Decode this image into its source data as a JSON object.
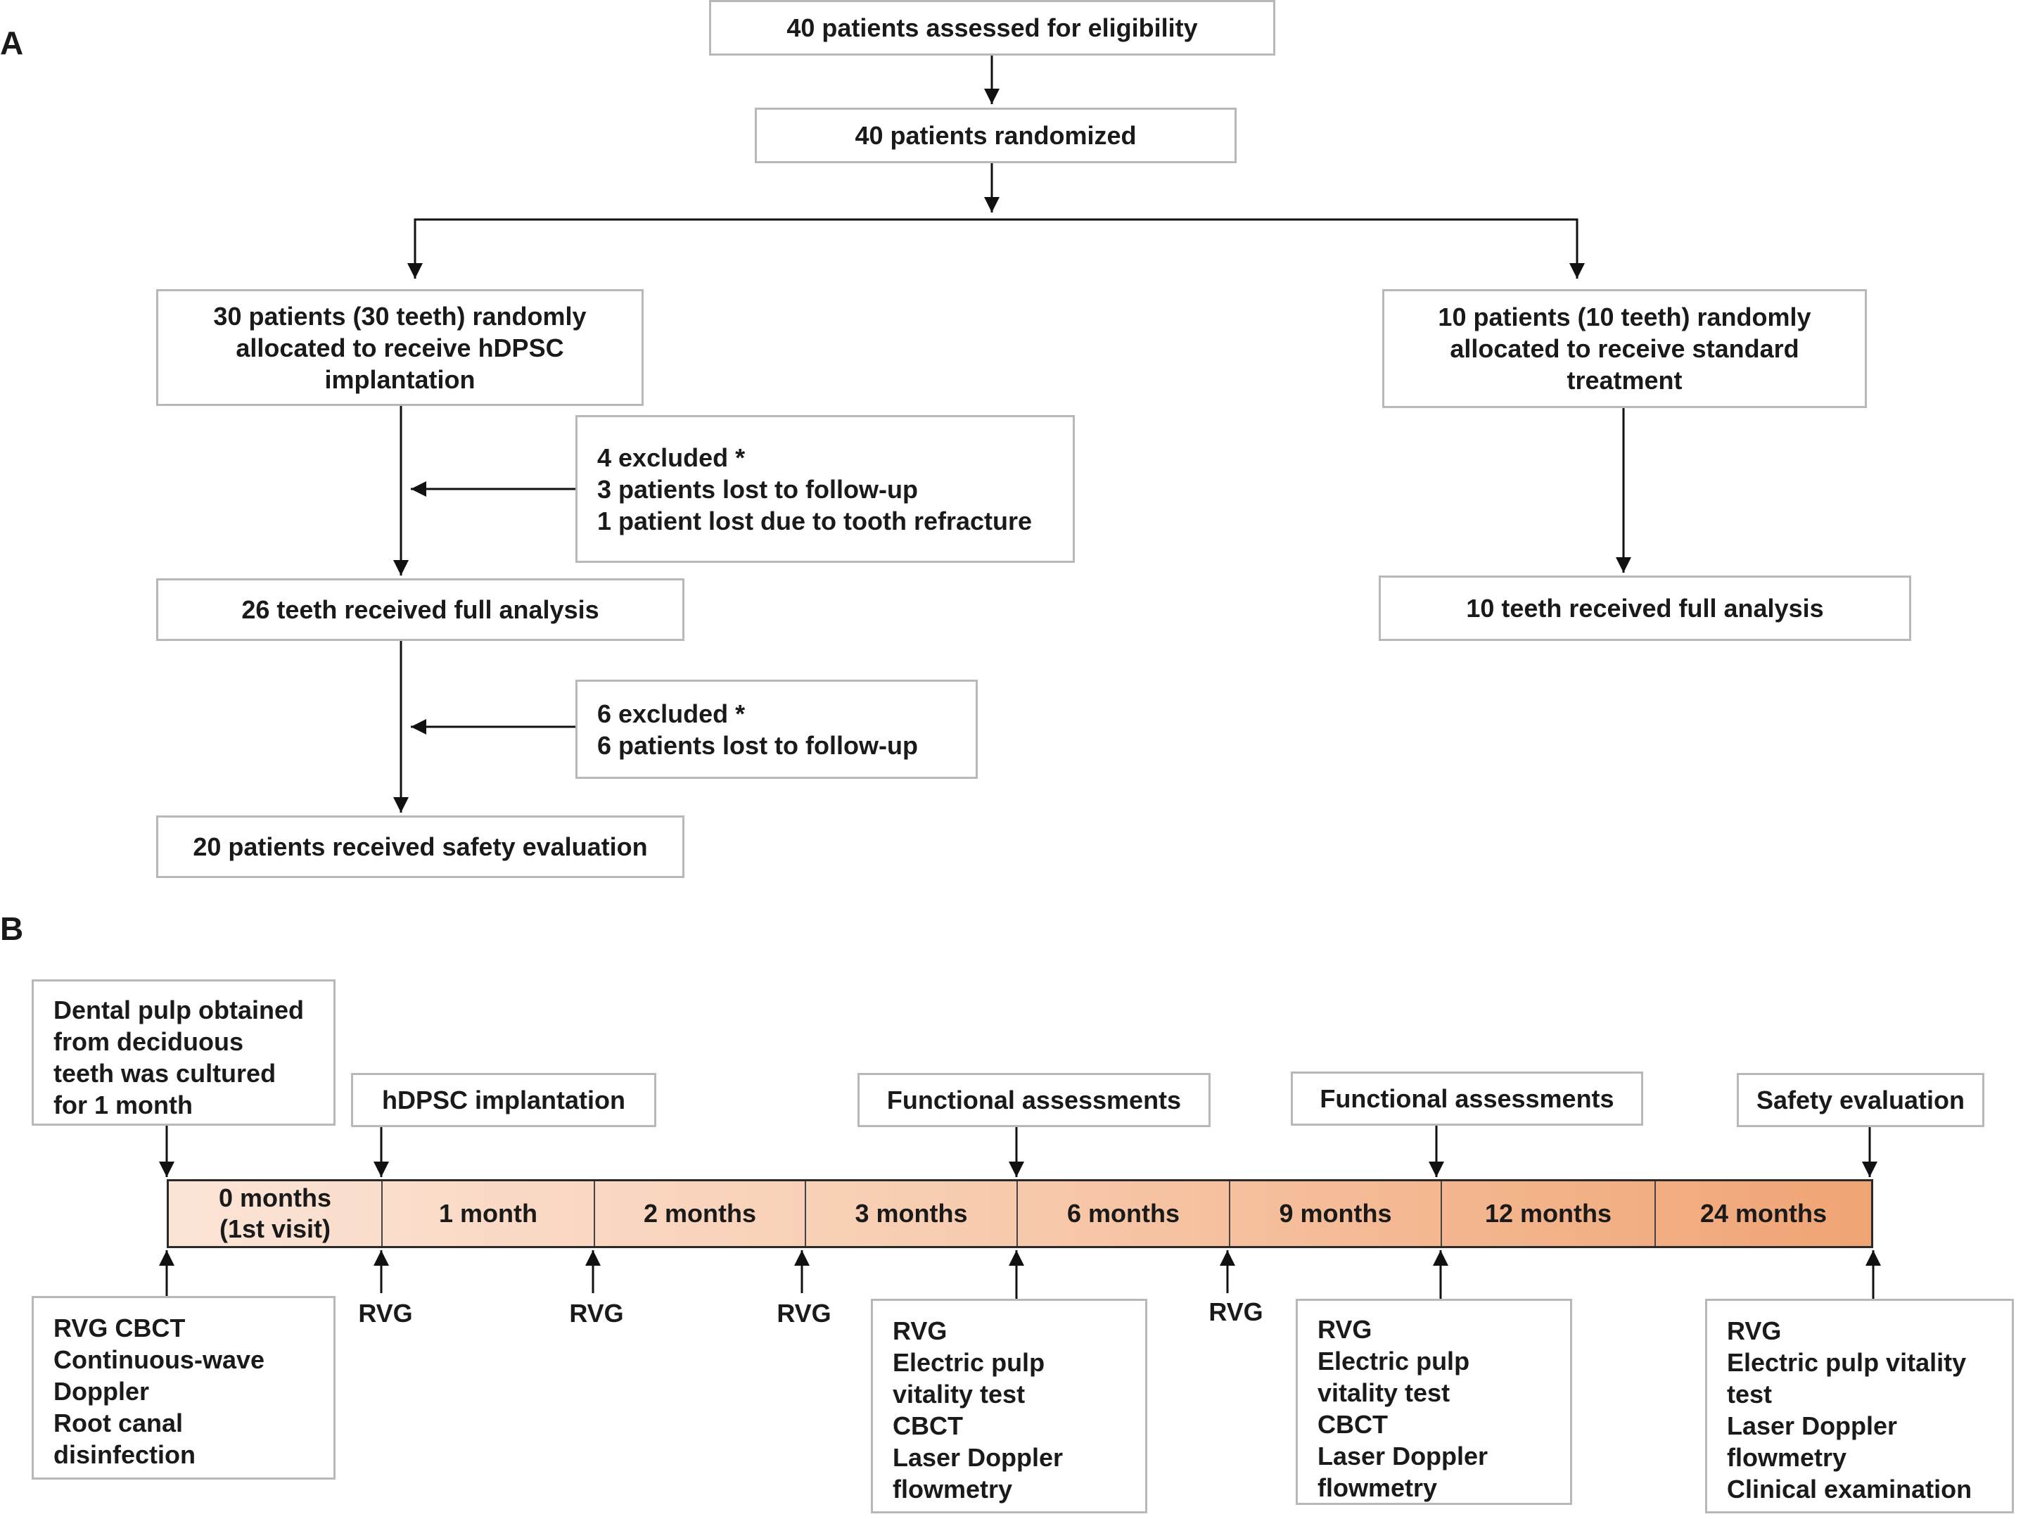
{
  "panel_a": {
    "label": "A",
    "assessed": "40 patients assessed for eligibility",
    "randomized": "40 patients randomized",
    "hdpsc_arm": [
      "30 patients (30 teeth) randomly",
      "allocated to receive hDPSC",
      "implantation"
    ],
    "standard_arm": [
      "10 patients (10 teeth) randomly",
      "allocated to receive standard",
      "treatment"
    ],
    "excluded_first": [
      "4 excluded *",
      "3 patients lost to follow-up",
      "1 patient lost due to tooth refracture"
    ],
    "hdpsc_full_analysis": "26 teeth received full analysis",
    "standard_full_analysis": "10 teeth received full analysis",
    "excluded_second": [
      "6 excluded *",
      "6 patients  lost to follow-up"
    ],
    "safety_evaluation": "20 patients received  safety evaluation"
  },
  "panel_b": {
    "label": "B",
    "top_events": {
      "pulp_culture": [
        "Dental pulp obtained",
        "from deciduous",
        "teeth was cultured",
        "for 1 month"
      ],
      "implantation": "hDPSC implantation",
      "functional_1": "Functional assessments",
      "functional_2": "Functional assessments",
      "safety": "Safety evaluation"
    },
    "timeline": [
      [
        "0 months",
        "(1st visit)"
      ],
      [
        "1 month"
      ],
      [
        "2 months"
      ],
      [
        "3 months"
      ],
      [
        "6 months"
      ],
      [
        "9 months"
      ],
      [
        "12 months"
      ],
      [
        "24 months"
      ]
    ],
    "rvg_label": "RVG",
    "bottom_events": {
      "visit_0": [
        "RVG  CBCT",
        "Continuous-wave",
        "Doppler",
        "Root canal",
        "disinfection"
      ],
      "month_6": [
        "RVG",
        "Electric pulp",
        "vitality test",
        "CBCT",
        "Laser Doppler",
        "flowmetry"
      ],
      "month_12": [
        "RVG",
        "Electric pulp",
        "vitality test",
        "CBCT",
        "Laser Doppler",
        "flowmetry"
      ],
      "month_24": [
        "RVG",
        "Electric pulp vitality",
        "test",
        "Laser Doppler",
        "flowmetry",
        "Clinical examination"
      ]
    },
    "colors": {
      "timeline_start": "#fbe4d6",
      "timeline_end": "#f0a474",
      "border": "#b8b8b8"
    }
  }
}
